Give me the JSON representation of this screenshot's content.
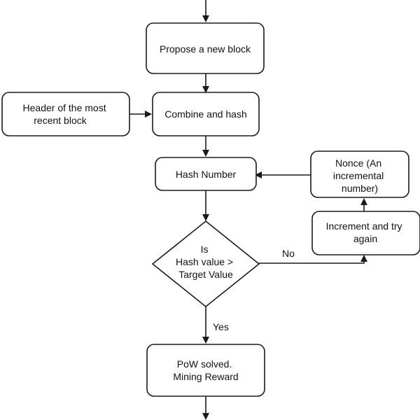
{
  "nodes": {
    "propose": {
      "lines": [
        "Propose a new block"
      ]
    },
    "header": {
      "lines": [
        "Header of the most",
        "recent block"
      ]
    },
    "combine": {
      "lines": [
        "Combine and hash"
      ]
    },
    "hash_number": {
      "lines": [
        "Hash Number"
      ]
    },
    "nonce": {
      "lines": [
        "Nonce (An",
        "incremental",
        "number)"
      ]
    },
    "increment": {
      "lines": [
        "Increment and try",
        "again"
      ]
    },
    "decision": {
      "lines": [
        "Is",
        "Hash value >",
        "Target Value"
      ]
    },
    "solved": {
      "lines": [
        "PoW solved.",
        "Mining Reward"
      ]
    }
  },
  "edge_labels": {
    "no": "No",
    "yes": "Yes"
  },
  "colors": {
    "stroke": "#1a1a1a",
    "fill": "#ffffff",
    "text": "#111111"
  }
}
